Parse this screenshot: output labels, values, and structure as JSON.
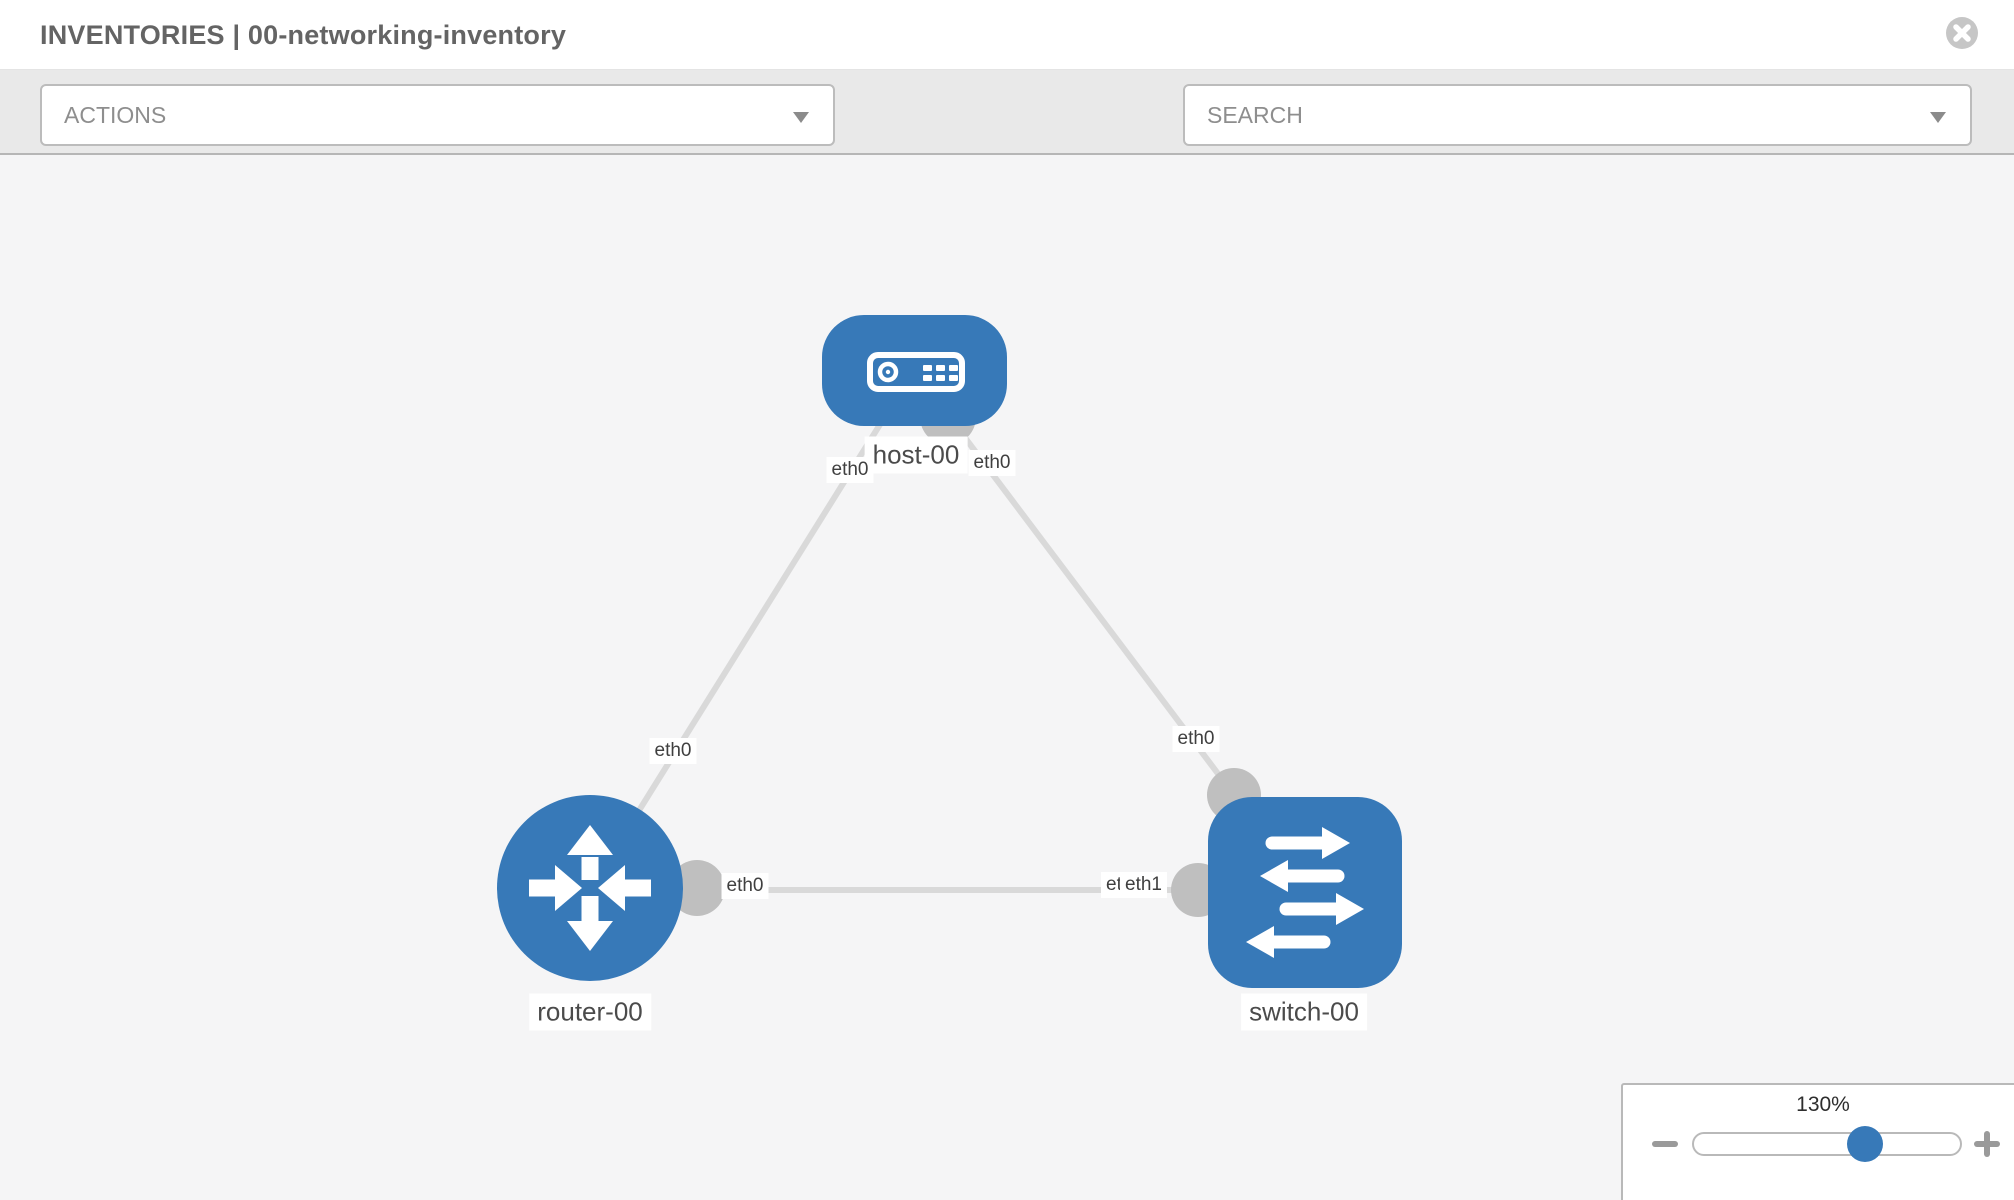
{
  "header": {
    "title": "INVENTORIES | 00-networking-inventory"
  },
  "toolbar": {
    "actions_label": "ACTIONS",
    "search_label": "SEARCH",
    "icons": [
      "wrench-icon",
      "key-icon"
    ]
  },
  "canvas": {
    "nodes": [
      {
        "name": "host-00",
        "type": "host"
      },
      {
        "name": "router-00",
        "type": "router"
      },
      {
        "name": "switch-00",
        "type": "switch"
      }
    ],
    "links": [
      {
        "from": "host-00",
        "to": "router-00",
        "from_interface": "eth0",
        "to_interface": "eth0"
      },
      {
        "from": "host-00",
        "to": "switch-00",
        "from_interface": "eth0",
        "to_interface": "eth0"
      },
      {
        "from": "router-00",
        "to": "switch-00",
        "from_interface": "eth0",
        "to_interface": "eth1",
        "to_interface_overlapped": "eth0"
      }
    ]
  },
  "zoom_control": {
    "value_label": "130%",
    "percent": 130
  },
  "colors": {
    "node_blue": "#3779b8",
    "link_gray": "#d9d9d9",
    "dot_gray": "#bfbfbf",
    "canvas_bg": "#f5f5f6",
    "toolbar_bg": "#e9e9e9"
  }
}
